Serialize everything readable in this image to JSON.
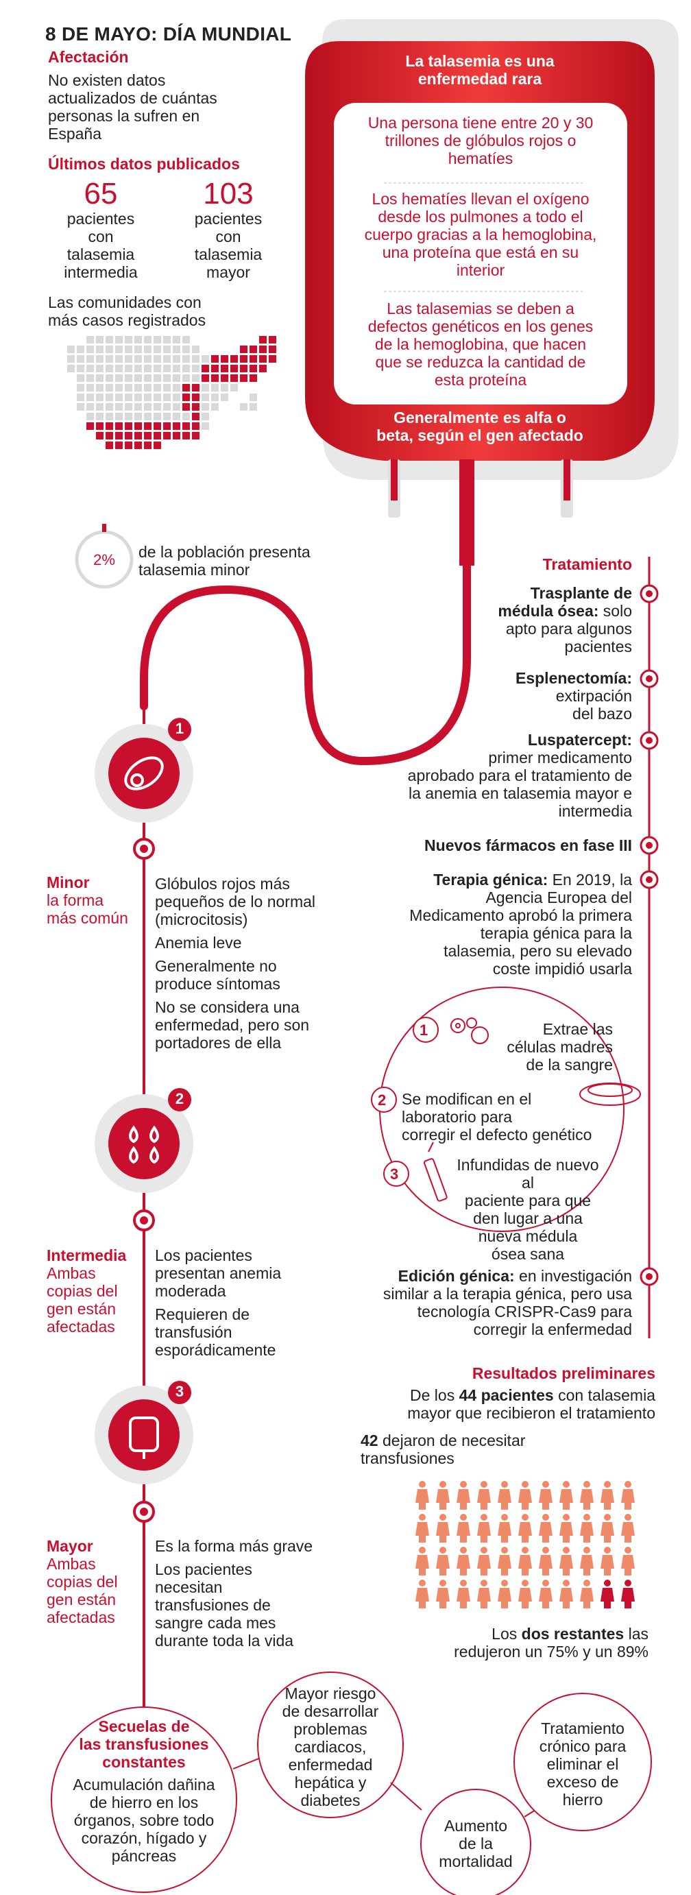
{
  "header": {
    "title": "8 DE MAYO: DÍA MUNDIAL"
  },
  "afectacion": {
    "heading": "Afectación",
    "lines": [
      "No existen datos",
      "actualizados de cuántas",
      "personas la sufren en",
      "España"
    ]
  },
  "ultimos": {
    "heading": "Últimos datos publicados",
    "stat1": {
      "value": "65",
      "lines": [
        "pacientes",
        "con",
        "talasemia",
        "intermedia"
      ]
    },
    "stat2": {
      "value": "103",
      "lines": [
        "pacientes",
        "con",
        "talasemia",
        "mayor"
      ]
    }
  },
  "comunidades": {
    "lines": [
      "Las comunidades con",
      "más casos registrados"
    ]
  },
  "poblacion": {
    "percent": "2%",
    "percent_value": 2,
    "lines": [
      "de la población presenta",
      "talasemia minor"
    ]
  },
  "bag": {
    "top_lines": [
      "La talasemia es una",
      "enfermedad rara"
    ],
    "p1": [
      "Una persona tiene entre 20 y 30",
      "trillones de glóbulos rojos o",
      "hematíes"
    ],
    "p2": [
      "Los hematíes llevan el oxígeno",
      "desde los pulmones a todo el",
      "cuerpo gracias a la hemoglobina,",
      "una proteína que está en su",
      "interior"
    ],
    "p3": [
      "Las talasemias se deben a",
      "defectos genéticos en los genes",
      "de la hemoglobina, que hacen",
      "que se reduzca la cantidad de",
      "esta proteína"
    ],
    "bottom_lines": [
      "Generalmente es alfa o",
      "beta, según el gen afectado"
    ]
  },
  "tratamiento": {
    "heading": "Tratamiento",
    "t1": {
      "bold1": "Trasplante de",
      "bold2": "médula ósea:",
      "rest": " solo",
      "lines": [
        "apto para algunos",
        "pacientes"
      ]
    },
    "t2": {
      "bold": "Esplenectomía:",
      "lines": [
        "extirpación",
        "del bazo"
      ]
    },
    "t3": {
      "bold": "Luspatercept:",
      "lines": [
        "primer medicamento",
        "aprobado para el tratamiento de",
        "la anemia en talasemia mayor e",
        "intermedia"
      ]
    },
    "t4": {
      "bold": "Nuevos fármacos en fase III"
    },
    "t5": {
      "bold": "Terapia génica:",
      "rest": " En 2019, la",
      "lines": [
        "Agencia Europea del",
        "Medicamento aprobó la primera",
        "terapia génica para la",
        "talasemia, pero su elevado",
        "coste impidió usarla"
      ]
    },
    "steps": [
      {
        "num": "1",
        "lines": [
          "Extrae las",
          "células madres",
          "de la sangre"
        ]
      },
      {
        "num": "2",
        "lines": [
          "Se modifican en el",
          "laboratorio para",
          "corregir el defecto genético"
        ]
      },
      {
        "num": "3",
        "lines": [
          "Infundidas de nuevo al",
          "paciente para que",
          "den lugar a una",
          "nueva médula",
          "ósea sana"
        ]
      }
    ],
    "t6": {
      "bold": "Edición génica:",
      "rest": " en investigación",
      "lines": [
        "similar a la terapia génica, pero usa",
        "tecnología CRISPR-Cas9 para",
        "corregir la enfermedad"
      ]
    }
  },
  "tipos": [
    {
      "num": "1",
      "name": "Minor",
      "sub": [
        "la forma",
        "más común"
      ],
      "items": [
        [
          "Glóbulos rojos más",
          "pequeños de lo normal",
          "(microcitosis)"
        ],
        [
          "Anemia leve"
        ],
        [
          "Generalmente no",
          "produce síntomas"
        ],
        [
          "No se considera una",
          "enfermedad, pero son",
          "portadores de ella"
        ]
      ]
    },
    {
      "num": "2",
      "name": "Intermedia",
      "sub": [
        "Ambas",
        "copias del",
        "gen están",
        "afectadas"
      ],
      "items": [
        [
          "Los pacientes",
          "presentan anemia",
          "moderada"
        ],
        [
          "Requieren de",
          "transfusión",
          "esporádicamente"
        ]
      ]
    },
    {
      "num": "3",
      "name": "Mayor",
      "sub": [
        "Ambas",
        "copias del",
        "gen están",
        "afectadas"
      ],
      "items": [
        [
          "Es la forma más grave"
        ],
        [
          "Los pacientes",
          "necesitan",
          "transfusiones de",
          "sangre cada mes",
          "durante toda la vida"
        ]
      ]
    }
  ],
  "resultados": {
    "heading": "Resultados preliminares",
    "intro_a": "De los ",
    "intro_b": "44 pacientes",
    "intro_c": " con talasemia",
    "intro_line2": "mayor que recibieron el tratamiento",
    "line42_bold": "42",
    "line42_rest": " dejaron de necesitar",
    "line42_line2": "transfusiones",
    "total": 44,
    "stopped": 42,
    "footer_a": "Los ",
    "footer_b": "dos restantes",
    "footer_c": " las",
    "footer_line2": "redujeron un 75% y un 89%",
    "colors": {
      "stopped": "#ef8a68",
      "reduced": "#c8102e"
    }
  },
  "secuelas": {
    "heading": [
      "Secuelas de",
      "las transfusiones",
      "constantes"
    ],
    "main": [
      "Acumulación dañina",
      "de hierro en los",
      "órganos, sobre todo",
      "corazón, hígado y",
      "páncreas"
    ],
    "c1": [
      "Mayor riesgo",
      "de desarrollar",
      "problemas",
      "cardiacos,",
      "enfermedad",
      "hepática y",
      "diabetes"
    ],
    "c2": [
      "Aumento",
      "de la",
      "mortalidad"
    ],
    "c3": [
      "Tratamiento",
      "crónico para",
      "eliminar el",
      "exceso de",
      "hierro"
    ]
  },
  "colors": {
    "accent": "#c8102e",
    "bag_dark": "#c0121f",
    "bag_light": "#ee3a3a",
    "grey": "#d9d9d9"
  }
}
